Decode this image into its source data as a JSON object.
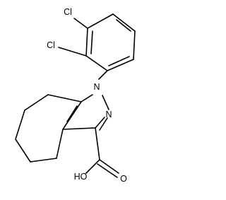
{
  "molecule": {
    "atoms": {
      "cl_top": "Cl",
      "cl_left": "Cl",
      "n1": "N",
      "n2": "N",
      "oh": "HO",
      "o_carbonyl": "O"
    }
  },
  "colors": {
    "bond": "#000000",
    "background": "#ffffff"
  }
}
